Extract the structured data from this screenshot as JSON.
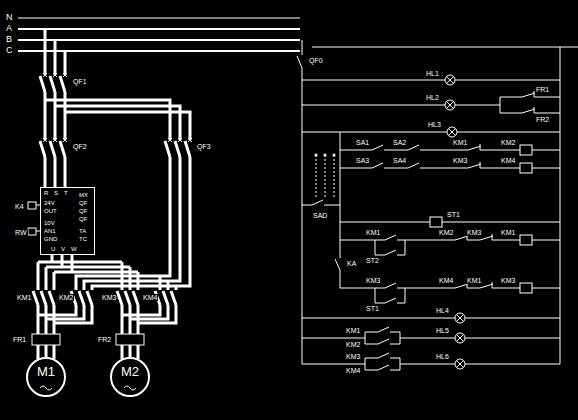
{
  "diagram": {
    "nodes": [
      {
        "text": [
          "R",
          "S",
          "T",
          "24V",
          "OUT",
          "10V",
          "AN1",
          "GND",
          "MX",
          "QF",
          "QF",
          "QF",
          "TA",
          "TC",
          "U",
          "V",
          "W"
        ]
      },
      {
        "text": [
          "M1"
        ]
      },
      {
        "text": [
          "M2"
        ]
      }
    ],
    "labels": [
      "N",
      "A",
      "B",
      "C",
      "QF1",
      "QF2",
      "QF3",
      "K4",
      "RW",
      "KM1",
      "KM2",
      "KM3",
      "KM4",
      "FR1",
      "FR2",
      "QF0",
      "HL1",
      "HL2",
      "FR1",
      "FR2",
      "HL3",
      "SA1",
      "SA2",
      "KM1",
      "KM2",
      "SA3",
      "SA4",
      "KM3",
      "KM4",
      "SAD",
      "ST1",
      "KM1",
      "KM2",
      "KM3",
      "KM1",
      "ST2",
      "KA",
      "KM3",
      "KM4",
      "KM1",
      "KM3",
      "ST1",
      "HL4",
      "KM1",
      "HL5",
      "KM2",
      "KM3",
      "HL6",
      "KM4"
    ]
  }
}
